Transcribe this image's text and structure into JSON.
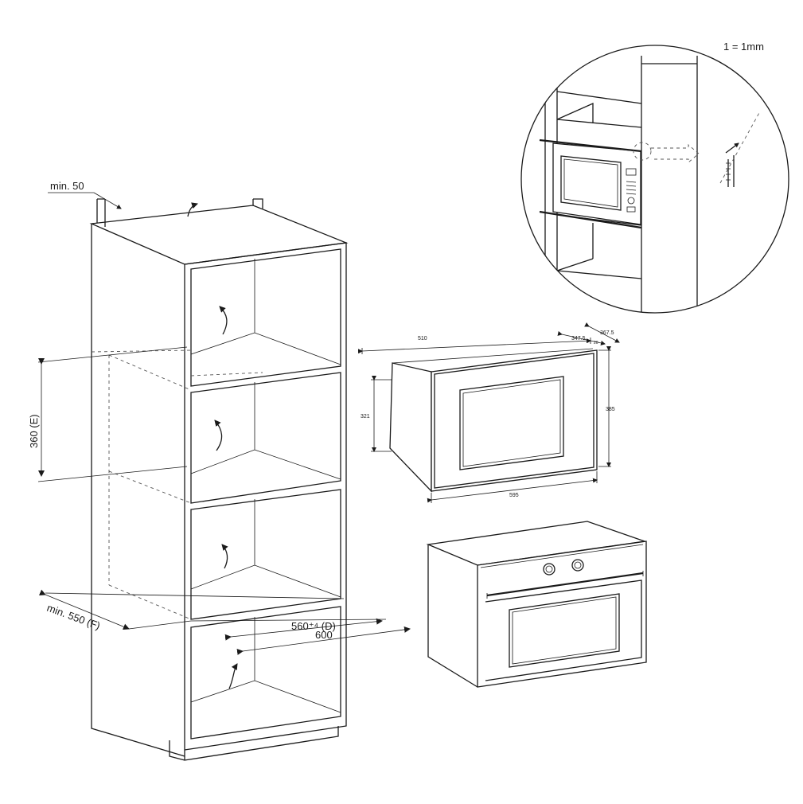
{
  "scale_note": "1 = 1mm",
  "cabinet": {
    "top_clearance": "min. 50",
    "niche_height": "360 (E)",
    "cabinet_depth": "min. 550 (F)",
    "niche_depth": "560⁺⁴ (D)",
    "niche_width": "600"
  },
  "appliance": {
    "total_depth": "510",
    "body_depth": "347.5",
    "depth_with_handle": "367.5",
    "front_offset": "20",
    "body_height": "321",
    "front_height": "385",
    "front_width": "595"
  }
}
